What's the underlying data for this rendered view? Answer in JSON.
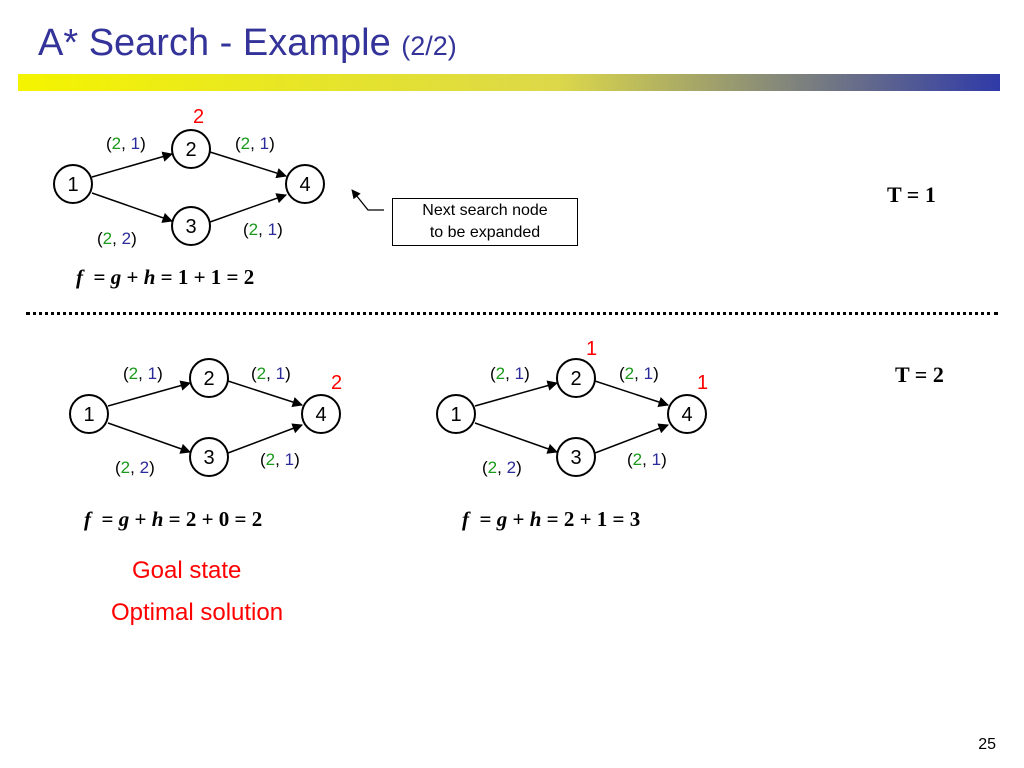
{
  "slide": {
    "title": "A* Search - Example",
    "title_suffix": "(2/2)",
    "page_number": "25"
  },
  "colors": {
    "title": "#33339a",
    "g_value": "#1a9a1a",
    "h_value": "#2b2b9a",
    "highlight": "#ff0000"
  },
  "callout_text_line1": "Next search node",
  "callout_text_line2": "to be expanded",
  "t1": {
    "time_label": "T = 1",
    "nodes": [
      "1",
      "2",
      "3",
      "4"
    ],
    "edge_labels": {
      "e12": {
        "g": "2",
        "h": "1"
      },
      "e24": {
        "g": "2",
        "h": "1"
      },
      "e13": {
        "g": "2",
        "h": "2"
      },
      "e34": {
        "g": "2",
        "h": "1"
      }
    },
    "f_value_label": "2",
    "formula": {
      "f": "f",
      "g": "g",
      "h": "h",
      "rest": " = 1 + 1 = 2"
    }
  },
  "t2": {
    "time_label": "T = 2",
    "left": {
      "nodes": [
        "1",
        "2",
        "3",
        "4"
      ],
      "edge_labels": {
        "e12": {
          "g": "2",
          "h": "1"
        },
        "e24": {
          "g": "2",
          "h": "1"
        },
        "e13": {
          "g": "2",
          "h": "2"
        },
        "e34": {
          "g": "2",
          "h": "1"
        }
      },
      "f_value_label": "2",
      "formula": {
        "f": "f",
        "g": "g",
        "h": "h",
        "rest": " = 2 + 0 = 2"
      },
      "goal_state": "Goal state",
      "optimal_solution": "Optimal solution"
    },
    "right": {
      "nodes": [
        "1",
        "2",
        "3",
        "4"
      ],
      "edge_labels": {
        "e12": {
          "g": "2",
          "h": "1"
        },
        "e24": {
          "g": "2",
          "h": "1"
        },
        "e13": {
          "g": "2",
          "h": "2"
        },
        "e34": {
          "g": "2",
          "h": "1"
        }
      },
      "top_value_label": "1",
      "side_value_label": "1",
      "formula": {
        "f": "f",
        "g": "g",
        "h": "h",
        "rest": " = 2 + 1 = 3"
      }
    }
  }
}
